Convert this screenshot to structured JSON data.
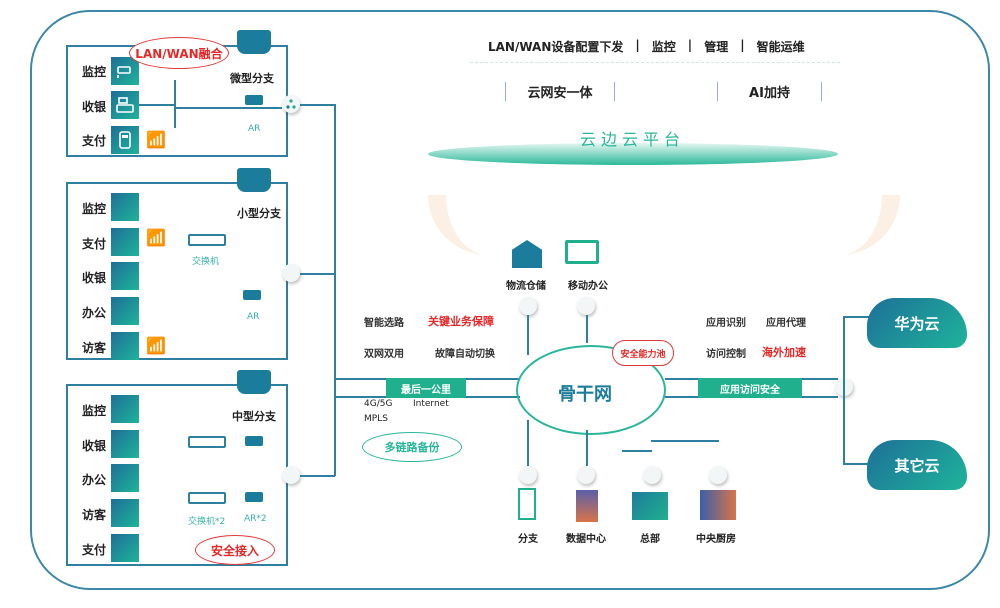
{
  "platform": {
    "functions": [
      "LAN/WAN设备配置下发",
      "|",
      "监控",
      "|",
      "管理",
      "|",
      "智能运维"
    ],
    "pillars": [
      "云网安一体",
      "AI加持"
    ],
    "title": "云边云平台"
  },
  "branches": {
    "micro": {
      "title": "微型分支",
      "devices": [
        "监控",
        "收银",
        "支付"
      ],
      "router": "AR",
      "callout": "LAN/WAN融合"
    },
    "small": {
      "title": "小型分支",
      "devices": [
        "监控",
        "支付",
        "收银",
        "办公",
        "访客"
      ],
      "switch": "交换机",
      "router": "AR"
    },
    "medium": {
      "title": "中型分支",
      "devices": [
        "监控",
        "收银",
        "办公",
        "访客",
        "支付"
      ],
      "switch": "交换机*2",
      "router": "AR*2",
      "callout": "安全接入"
    }
  },
  "last_mile": {
    "tag": "最后一公里",
    "features": [
      "智能选路",
      "关键业务保障",
      "双网双用",
      "故障自动切换"
    ],
    "links": [
      "4G/5G",
      "Internet",
      "MPLS"
    ],
    "callout": "多链路备份"
  },
  "backbone": {
    "title": "骨干网",
    "security_pool": "安全能力池",
    "top_sites": [
      "物流仓储",
      "移动办公"
    ],
    "bottom_sites": [
      "分支",
      "数据中心",
      "总部",
      "中央厨房"
    ]
  },
  "app_access": {
    "tag": "应用访问安全",
    "features": [
      "应用识别",
      "应用代理",
      "访问控制",
      "海外加速"
    ]
  },
  "clouds": [
    "华为云",
    "其它云"
  ],
  "colors": {
    "primary": "#2f7fa1",
    "teal": "#21b08e",
    "alert": "#e52828"
  }
}
